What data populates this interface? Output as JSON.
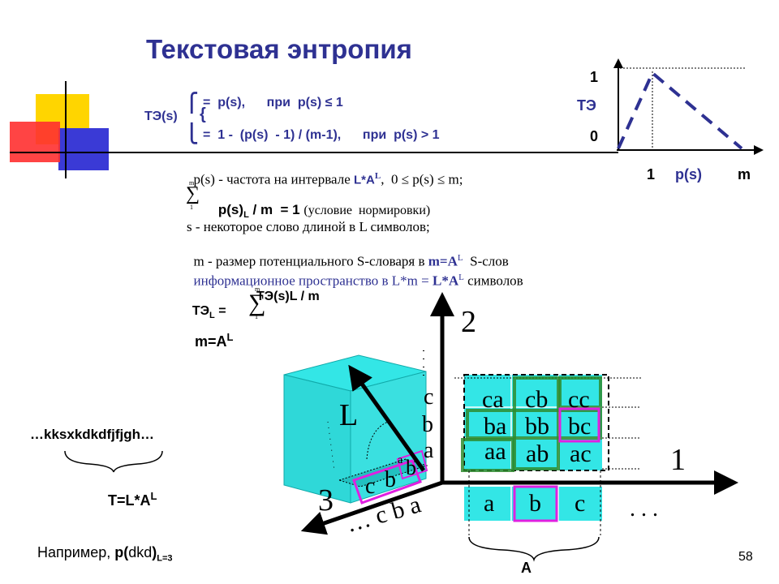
{
  "title": "Текстовая энтропия",
  "formula": {
    "lhs": "ТЭ(s)",
    "case1": "=  p(s),      при  p(s) ≤ 1",
    "case2": "=  1 -  (p(s)  - 1) / (m-1),      при  p(s) > 1"
  },
  "graph": {
    "y_top": "1",
    "y_label": "ТЭ",
    "y_zero": "0",
    "x_one": "1",
    "x_label": "p(s)",
    "x_m": "m"
  },
  "definitions": {
    "freq_prefix": "p(s) - частота на интервале ",
    "freq_L": "L*A",
    "freq_sup": "L",
    "freq_suffix": ",  0 ≤ p(s) ≤ m;",
    "norm_main": "p(s)",
    "norm_sub": "L",
    "norm_rest": " / m  = 1 ",
    "norm_note": "(условие  нормировки)",
    "line_s": "s - некоторое слово длиной в L символов;",
    "line_m_prefix": "m - размер потенциального S-словаря в ",
    "line_m_val": "m=A",
    "line_m_sup": "L",
    "line_m_suffix": "  S-слов",
    "line_info_prefix": "информационное пространство",
    "line_info_mid": " в L*m = ",
    "line_info_val": "L*A",
    "line_info_sup": "L",
    "line_info_suffix": " символов",
    "sum_top": "m",
    "sum_bottom": "1"
  },
  "te_avg": {
    "lhs": "ТЭ",
    "lhs_sub": "L",
    "eq": " = ",
    "rhs": "ТЭ(s)L / m"
  },
  "m_def": {
    "text": "m=A",
    "sup": "L"
  },
  "example_string": "…kksxkdkdfjfjgh…",
  "t_def": {
    "text": "T=L*A",
    "sup": "L"
  },
  "example": {
    "prefix": "Например, ",
    "p": "p(",
    "word": "dkd",
    "close": ")",
    "sub": "L=3"
  },
  "diagram": {
    "axis_2": "2",
    "axis_1": "1",
    "axis_3": "3",
    "axis_L": "L",
    "axis2_letters": [
      "c",
      "b",
      "a"
    ],
    "grid": [
      [
        "ca",
        "cb",
        "cc"
      ],
      [
        "ba",
        "bb",
        "bc"
      ],
      [
        "aa",
        "ab",
        "ac"
      ]
    ],
    "base_row": [
      "a",
      "b",
      "c"
    ],
    "base_label": "A",
    "dots_right": ". . .",
    "axis3_seq": "… c b a",
    "cube_face_letters": [
      "c",
      "b",
      "b"
    ],
    "cube_small_letter": "a"
  },
  "page_number": "58",
  "colors": {
    "title": "#2e3192",
    "cyan": "#33e6e6",
    "green": "#2e8b2e",
    "magenta": "#e020e0",
    "blue": "#2e3192"
  }
}
